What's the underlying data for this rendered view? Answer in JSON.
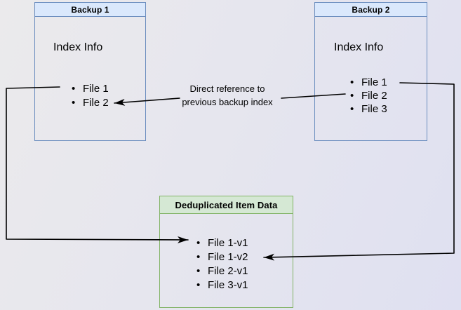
{
  "colors": {
    "blue_border": "#6c8ebf",
    "blue_fill": "#dae8fc",
    "green_border": "#82b366",
    "green_fill": "#d5e8d4",
    "arrow": "#000000",
    "text": "#000000"
  },
  "backup1": {
    "title": "Backup 1",
    "subtitle": "Index Info",
    "files": [
      "File 1",
      "File 2"
    ]
  },
  "backup2": {
    "title": "Backup 2",
    "subtitle": "Index Info",
    "files": [
      "File 1",
      "File 2",
      "File 3"
    ]
  },
  "dedup": {
    "title": "Deduplicated Item Data",
    "items": [
      "File 1-v1",
      "File 1-v2",
      "File 2-v1",
      "File 3-v1"
    ]
  },
  "annotation": {
    "line1": "Direct reference to",
    "line2": "previous backup index"
  }
}
